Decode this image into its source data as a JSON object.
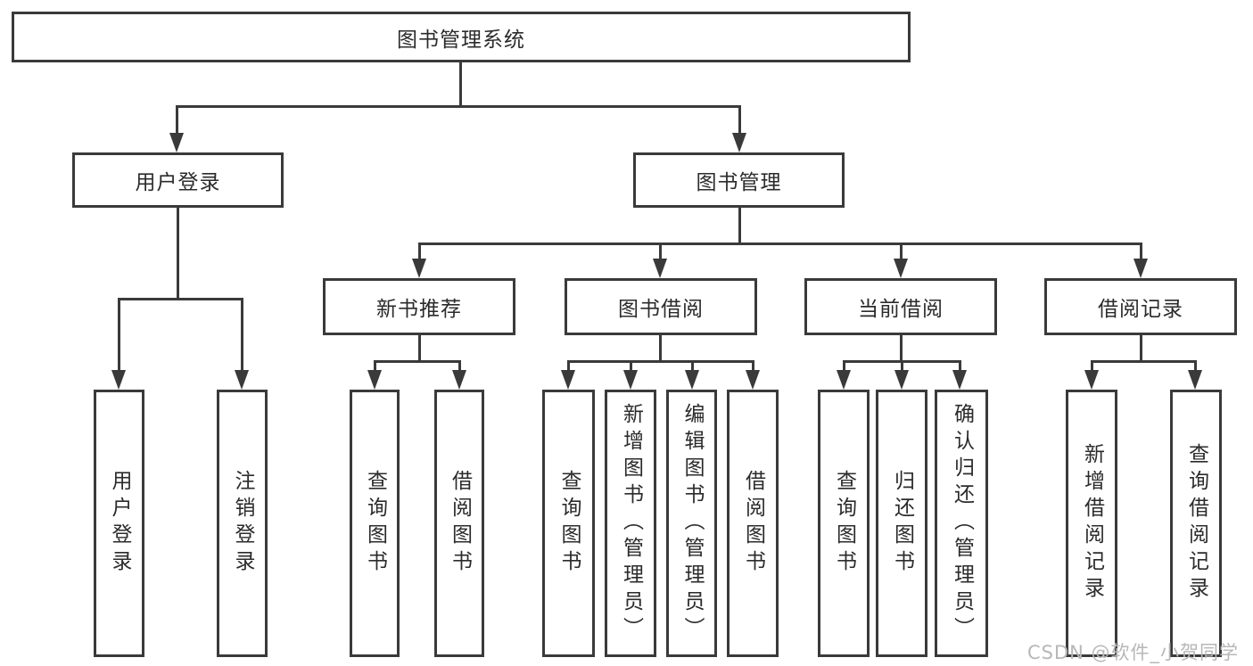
{
  "tree": {
    "root": {
      "label": "图书管理系统",
      "children": [
        {
          "label": "用户登录",
          "children": [
            {
              "label": "用户登录"
            },
            {
              "label": "注销登录"
            }
          ]
        },
        {
          "label": "图书管理",
          "children": [
            {
              "label": "新书推荐",
              "children": [
                {
                  "label": "查询图书"
                },
                {
                  "label": "借阅图书"
                }
              ]
            },
            {
              "label": "图书借阅",
              "children": [
                {
                  "label": "查询图书"
                },
                {
                  "label": "新增图书（管理员）"
                },
                {
                  "label": "编辑图书（管理员）"
                },
                {
                  "label": "借阅图书"
                }
              ]
            },
            {
              "label": "当前借阅",
              "children": [
                {
                  "label": "查询图书"
                },
                {
                  "label": "归还图书"
                },
                {
                  "label": "确认归还（管理员）"
                }
              ]
            },
            {
              "label": "借阅记录",
              "children": [
                {
                  "label": "新增借阅记录"
                },
                {
                  "label": "查询借阅记录"
                }
              ]
            }
          ]
        }
      ]
    }
  },
  "watermark": {
    "text": "CSDN @软件_小贺同学"
  },
  "colors": {
    "line": "#3a3a3a",
    "text": "#2b2b2b",
    "watermark": "#b7b7b7",
    "background": "#ffffff"
  }
}
